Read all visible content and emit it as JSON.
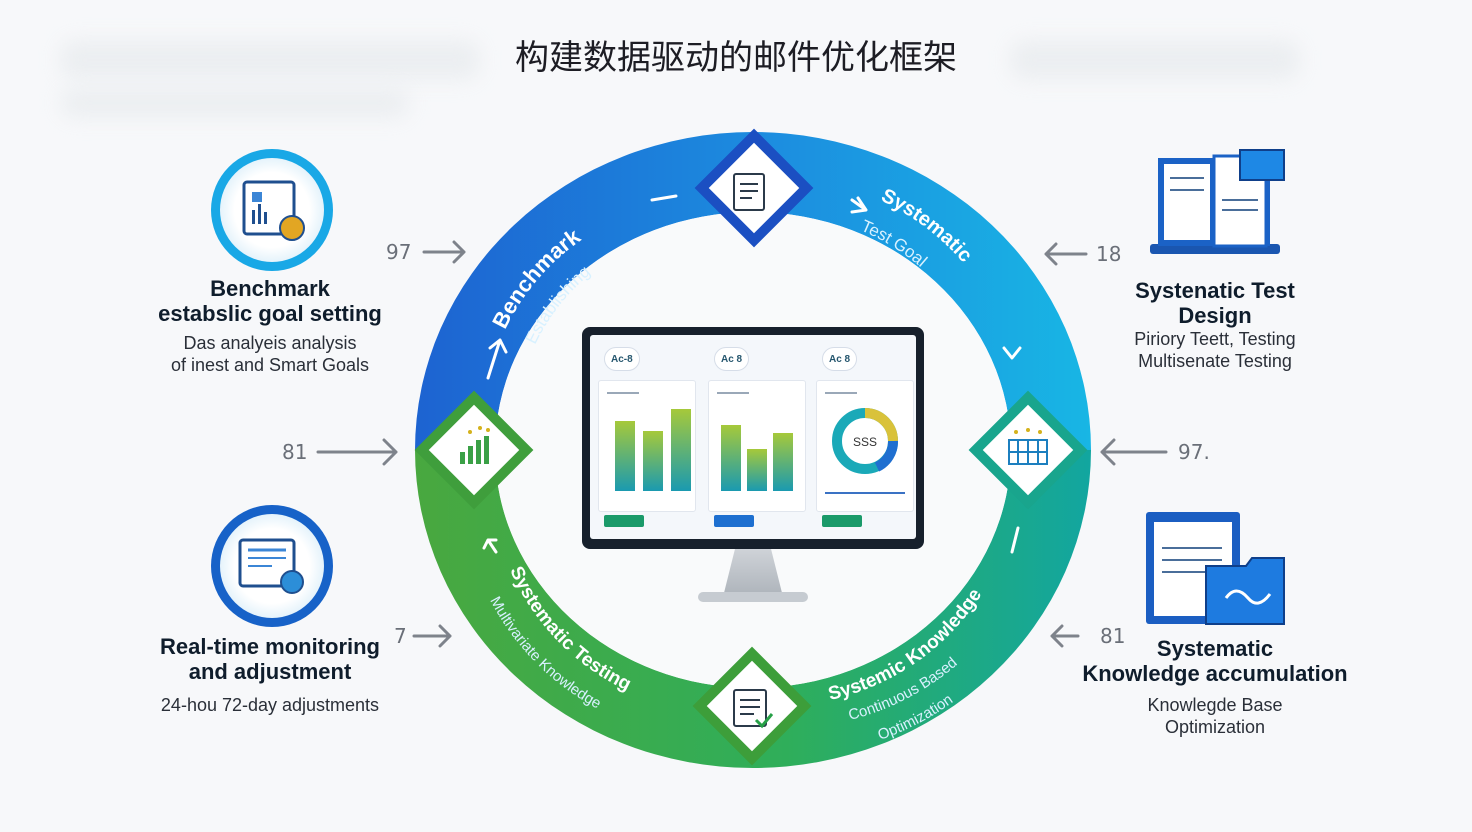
{
  "title": "构建数据驱动的邮件优化框架",
  "left_top": {
    "title_line1": "Benchmark",
    "title_line2": "estabslic goal setting",
    "sub_line1": "Das analyeis analysis",
    "sub_line2": "of inest and Smart Goals",
    "number": "97",
    "icon": "report-chart-icon"
  },
  "left_bottom": {
    "title_line1": "Real-time monitoring",
    "title_line2": "and adjustment",
    "sub_line1": "24-hou 72-day adjustments",
    "number": "7",
    "icon": "dashboard-icon"
  },
  "left_middle": {
    "number": "81"
  },
  "right_top": {
    "title_line1": "Systenatic Test",
    "title_line2": "Design",
    "sub_line1": "Piriory Teett, Testing",
    "sub_line2": "Multisenate Testing",
    "number": "18",
    "icon": "laptop-screens-icon"
  },
  "right_middle": {
    "number": "97."
  },
  "right_bottom": {
    "title_line1": "Systematic",
    "title_line2": "Knowledge accumulation",
    "sub_line1": "Knowlegde Base",
    "sub_line2": "Optimization",
    "number": "81",
    "icon": "folder-documents-icon"
  },
  "ring": {
    "top_left_line1": "Benchmark",
    "top_left_line2": "Establishing",
    "top_right_line1": "Systematic",
    "top_right_line2": "Test Goal",
    "bottom_left_line1": "Systematic Testing",
    "bottom_left_line2": "Multivariate Knowledge",
    "bottom_right_line1": "Systemic Knowledge",
    "bottom_right_line2": "Continuous Based",
    "bottom_right_line3": "Optimization"
  },
  "monitor": {
    "chip1": "Ac-8",
    "chip2": "Ac 8",
    "chip3": "Ac 8",
    "donut_label": "SSS"
  },
  "colors": {
    "blue": "#1b6fd8",
    "cyan": "#12b7e3",
    "green": "#3dad44",
    "teal": "#14a89a"
  }
}
